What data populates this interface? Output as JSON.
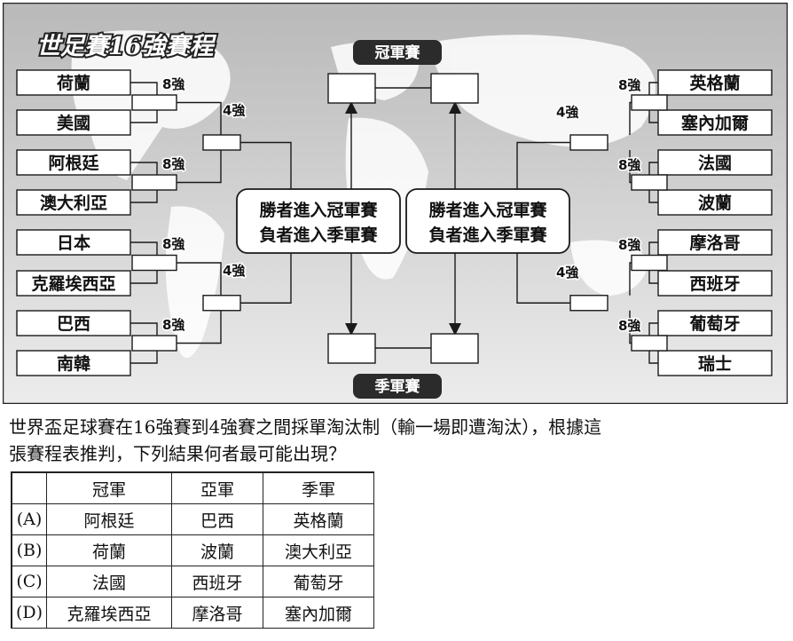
{
  "diagram": {
    "title": "世足賽16強賽程",
    "final_label": "冠軍賽",
    "third_place_label": "季軍賽",
    "round8_label": "8強",
    "round4_label": "4強",
    "note_line1": "勝者進入冠軍賽",
    "note_line2": "負者進入季軍賽",
    "left_teams": [
      "荷蘭",
      "美國",
      "阿根廷",
      "澳大利亞",
      "日本",
      "克羅埃西亞",
      "巴西",
      "南韓"
    ],
    "right_teams": [
      "英格蘭",
      "塞內加爾",
      "法國",
      "波蘭",
      "摩洛哥",
      "西班牙",
      "葡萄牙",
      "瑞士"
    ]
  },
  "question": {
    "line1": "世界盃足球賽在16強賽到4強賽之間採單淘汰制（輸一場即遭淘汰），根據這",
    "line2": "張賽程表推判，下列結果何者最可能出現？"
  },
  "table": {
    "headers": [
      "",
      "冠軍",
      "亞軍",
      "季軍"
    ],
    "rows": [
      [
        "(A)",
        "阿根廷",
        "巴西",
        "英格蘭"
      ],
      [
        "(B)",
        "荷蘭",
        "波蘭",
        "澳大利亞"
      ],
      [
        "(C)",
        "法國",
        "西班牙",
        "葡萄牙"
      ],
      [
        "(D)",
        "克羅埃西亞",
        "摩洛哥",
        "塞內加爾"
      ]
    ]
  },
  "colors": {
    "panel_top": "#b9b9b9",
    "panel_bottom": "#e9e9e9",
    "continent": "#ffffff",
    "line": "#1a1a1a",
    "label_bg": "#2b2b2b"
  }
}
